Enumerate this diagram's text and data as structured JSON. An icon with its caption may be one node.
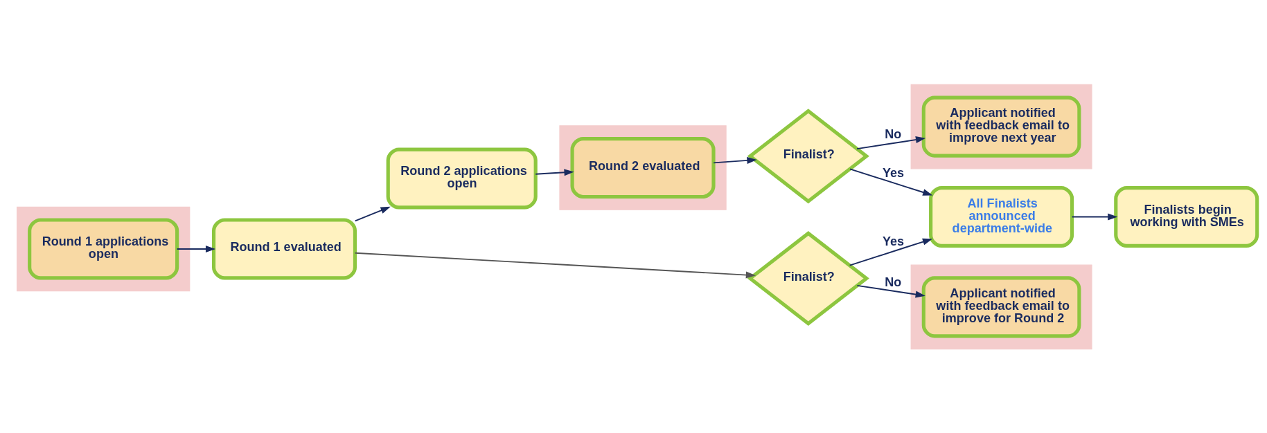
{
  "diagram": {
    "nodes": [
      {
        "text": [],
        "shape": "box"
      },
      {
        "text": [
          "Round 1 applications open"
        ],
        "in": 0
      },
      {
        "text": [
          "Round 1 evaluated"
        ]
      },
      {
        "text": [
          "Round 2 applications open"
        ]
      },
      {
        "text": [],
        "shape": "box"
      },
      {
        "text": [
          "Round 2 evaluated"
        ],
        "in": 4
      },
      {
        "text": [
          "Finalist?"
        ]
      },
      {
        "text": [
          "All Finalists announced department-wide"
        ]
      },
      {
        "text": [
          "Finalists begin working with SMEs"
        ]
      },
      {
        "text": [],
        "shape": "box"
      },
      {
        "text": [
          "Applicant notified with feedback email to improve for Round 2"
        ],
        "in": 9
      },
      {
        "text": [
          "Finalist?"
        ]
      },
      {
        "text": [],
        "shape": "box"
      },
      {
        "text": [
          "Applicant notified with feedback email to improve next year"
        ],
        "in": 12
      }
    ],
    "edges": [
      {
        "from": 1,
        "to": 2,
        "arrow": "to"
      },
      {
        "from": 2,
        "to": 3,
        "arrow": "to"
      },
      {
        "from": 3,
        "to": 5,
        "arrow": "to"
      },
      {
        "from": 2,
        "to": 6,
        "arrow": "to",
        "color": "#555555"
      },
      {
        "from": 6,
        "to": 7,
        "arrow": "to",
        "label": "Yes"
      },
      {
        "from": 6,
        "to": 10,
        "arrow": "to",
        "label": "No"
      },
      {
        "from": 5,
        "to": 11,
        "arrow": "to"
      },
      {
        "from": 11,
        "to": 7,
        "arrow": "to",
        "label": "Yes"
      },
      {
        "from": 7,
        "to": 8,
        "arrow": "to"
      },
      {
        "from": 11,
        "to": 13,
        "arrow": "to",
        "label": "No"
      }
    ]
  }
}
